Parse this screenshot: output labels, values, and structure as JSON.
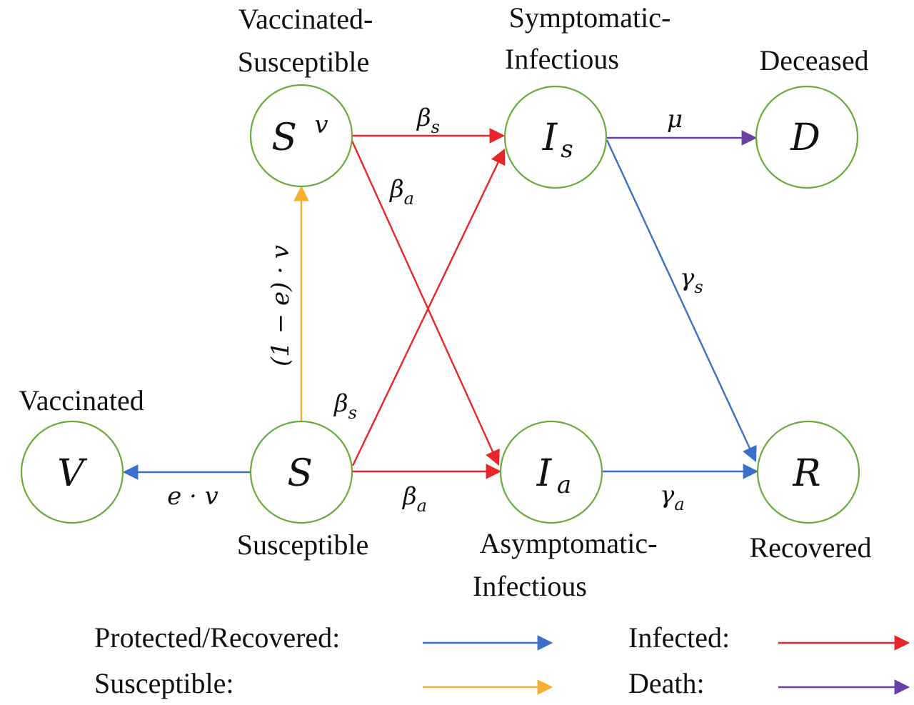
{
  "colors": {
    "protected": "#3b6fc9",
    "infected": "#e8262a",
    "susceptible": "#f5b031",
    "death": "#6b3fa8",
    "node_stroke": "#6aaa3a"
  },
  "nodes": {
    "S": {
      "symbol": "S",
      "sup": "",
      "sub": "",
      "label": [
        "Susceptible"
      ]
    },
    "Sv": {
      "symbol": "S",
      "sup": "v",
      "sub": "",
      "label": [
        "Vaccinated-",
        "Susceptible"
      ]
    },
    "V": {
      "symbol": "V",
      "sup": "",
      "sub": "",
      "label": [
        "Vaccinated"
      ]
    },
    "Is": {
      "symbol": "I",
      "sup": "",
      "sub": "s",
      "label": [
        "Symptomatic-",
        "Infectious"
      ]
    },
    "Ia": {
      "symbol": "I",
      "sup": "",
      "sub": "a",
      "label": [
        "Asymptomatic-",
        "Infectious"
      ]
    },
    "D": {
      "symbol": "D",
      "sup": "",
      "sub": "",
      "label": [
        "Deceased"
      ]
    },
    "R": {
      "symbol": "R",
      "sup": "",
      "sub": "",
      "label": [
        "Recovered"
      ]
    }
  },
  "rates": {
    "sv_is": {
      "sym": "β",
      "sub": "s"
    },
    "sv_ia": {
      "sym": "β",
      "sub": "a"
    },
    "s_is": {
      "sym": "β",
      "sub": "s"
    },
    "s_ia": {
      "sym": "β",
      "sub": "a"
    },
    "is_d": {
      "sym": "μ",
      "sub": ""
    },
    "is_r": {
      "sym": "γ",
      "sub": "s"
    },
    "ia_r": {
      "sym": "γ",
      "sub": "a"
    },
    "s_v": {
      "text": "e · v"
    },
    "s_sv": {
      "text": "(1 − e) · v"
    }
  },
  "legend": {
    "protected": "Protected/Recovered:",
    "infected": "Infected:",
    "susceptible": "Susceptible:",
    "death": "Death:"
  }
}
